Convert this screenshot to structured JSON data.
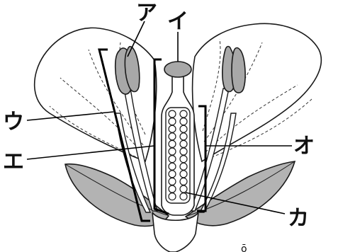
{
  "labels": {
    "a": "ア",
    "i": "イ",
    "u": "ウ",
    "e": "エ",
    "o": "オ",
    "ka": "カ"
  },
  "colors": {
    "line": "#1a1a1a",
    "fill_gray": "#b3b3b3",
    "white": "#ffffff"
  }
}
